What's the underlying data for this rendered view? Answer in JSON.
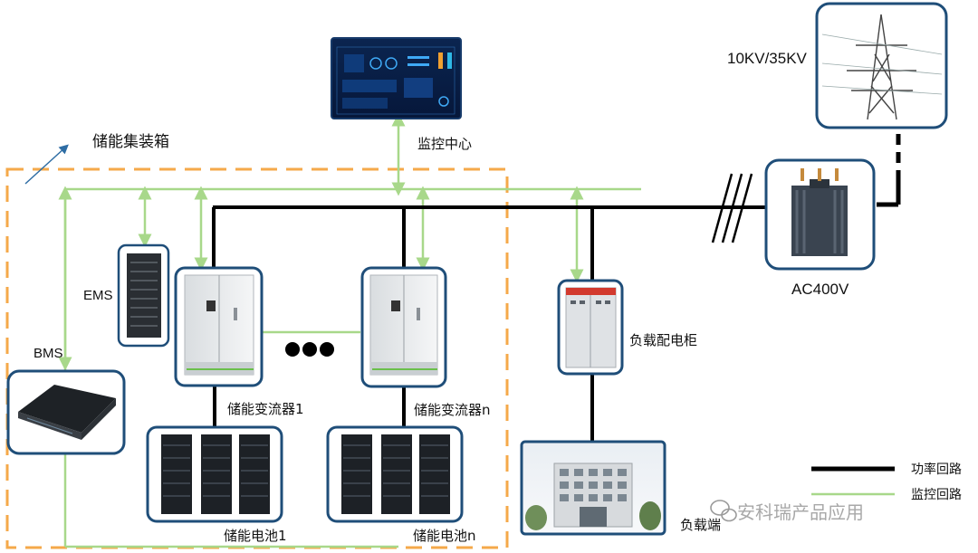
{
  "labels": {
    "container": "储能集装箱",
    "monitor_center": "监控中心",
    "grid_voltage": "10KV/35KV",
    "transformer": "AC400V",
    "ems": "EMS",
    "bms": "BMS",
    "pcs_1": "储能变流器1",
    "pcs_n": "储能变流器n",
    "battery_1": "储能电池1",
    "battery_n": "储能电池n",
    "load_cabinet": "负载配电柜",
    "load_end": "负载端"
  },
  "legend": {
    "power": "功率回路",
    "monitor": "监控回路"
  },
  "watermark": "安科瑞产品应用",
  "colors": {
    "container_border": "#f5a94a",
    "power_line": "#000000",
    "monitor_line": "#a8d88a",
    "icon_frame": "#1f4e79"
  }
}
